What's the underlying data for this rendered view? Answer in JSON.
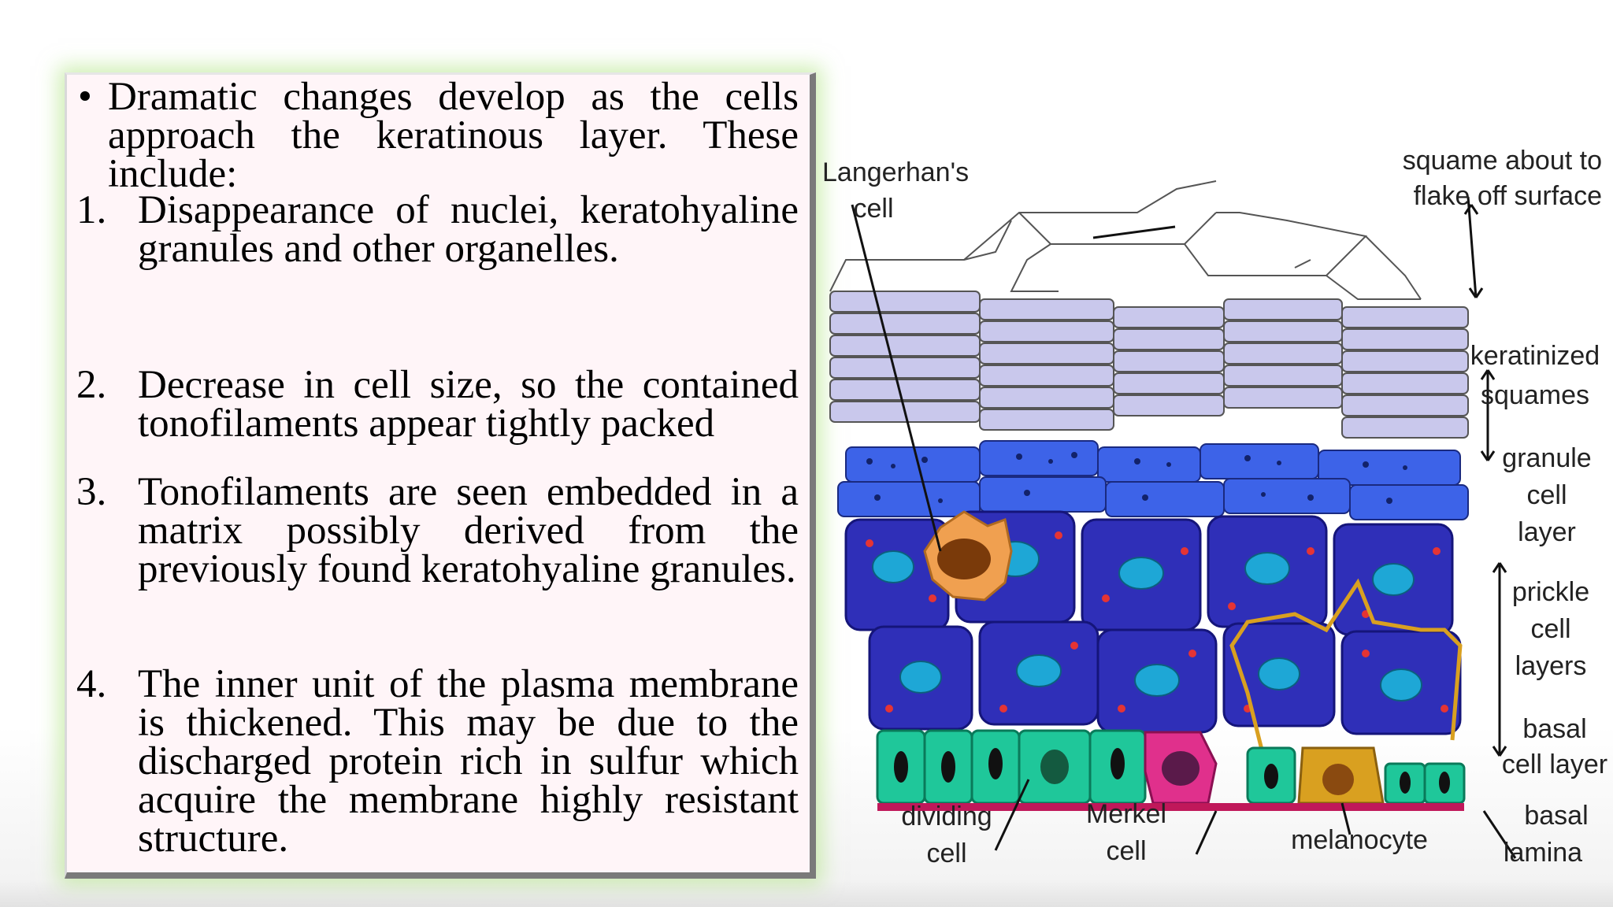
{
  "text": {
    "intro_bullet": "•",
    "intro": "Dramatic changes develop as the cells approach the keratinous layer. These include:",
    "items": [
      {
        "num": "1.",
        "text": "Disappearance of nuclei, keratohyaline granules and other organelles."
      },
      {
        "num": "2.",
        "text": "Decrease in cell size, so the contained tonofilaments appear tightly packed"
      },
      {
        "num": "3.",
        "text": "Tonofilaments are seen embedded in a matrix possibly derived from the previously found keratohyaline granules."
      },
      {
        "num": "4.",
        "text": "The inner unit of the plasma membrane is thickened. This may be due to the discharged protein rich in sulfur which acquire the membrane highly resistant structure."
      }
    ]
  },
  "diagram": {
    "labels": {
      "langerhans_1": "Langerhan's",
      "langerhans_2": "cell",
      "squame_1": "squame about to",
      "squame_2": "flake off surface",
      "keratinized_1": "keratinized",
      "keratinized_2": "squames",
      "granule_1": "granule",
      "granule_2": "cell",
      "granule_3": "layer",
      "prickle_1": "prickle",
      "prickle_2": "cell",
      "prickle_3": "layers",
      "basal_cell_1": "basal",
      "basal_cell_2": "cell layer",
      "basal_lamina_1": "basal",
      "basal_lamina_2": "lamina",
      "dividing_1": "dividing",
      "dividing_2": "cell",
      "merkel_1": "Merkel",
      "merkel_2": "cell",
      "melanocyte": "melanocyte"
    },
    "colors": {
      "squame_fill": "#c9c8ec",
      "granule_fill": "#3d63e8",
      "prickle_fill": "#2f2fb8",
      "prickle_nucleus": "#1ea7d6",
      "basal_fill": "#1fc79a",
      "merkel_fill": "#e0308c",
      "melanocyte_fill": "#d9a020",
      "langerhans_fill": "#f0a050",
      "lamina": "#c0185a"
    }
  }
}
